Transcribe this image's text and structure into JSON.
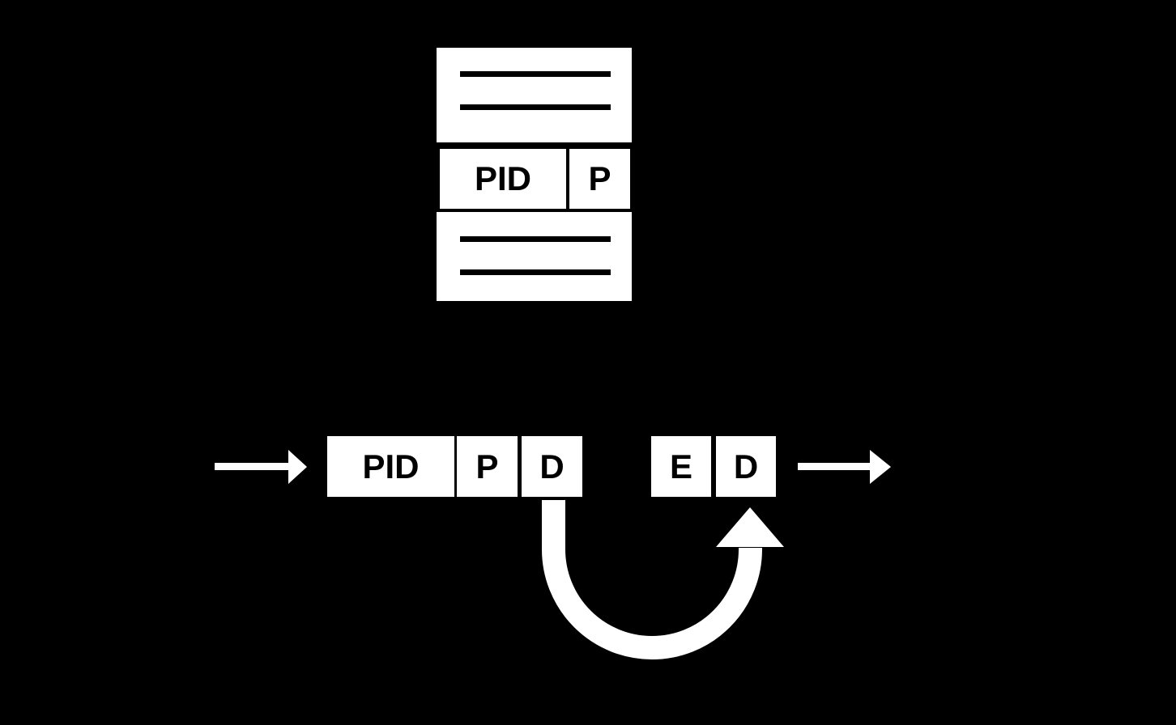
{
  "diagram": {
    "background": "#000000",
    "shape_color": "#ffffff",
    "label_color": "#000000",
    "top_packet": {
      "header_placeholder_lines": 2,
      "fields": [
        {
          "label": "PID"
        },
        {
          "label": "P"
        }
      ],
      "footer_placeholder_lines": 2
    },
    "stream_packets": {
      "packet_a": {
        "fields": [
          {
            "label": "PID"
          },
          {
            "label": "P"
          },
          {
            "label": "D"
          }
        ]
      },
      "packet_b": {
        "fields": [
          {
            "label": "E"
          },
          {
            "label": "D"
          }
        ]
      }
    },
    "icons": {
      "in_arrow": "right-arrow",
      "out_arrow": "right-arrow",
      "loop_arrow": "u-turn-up-arrow"
    }
  }
}
